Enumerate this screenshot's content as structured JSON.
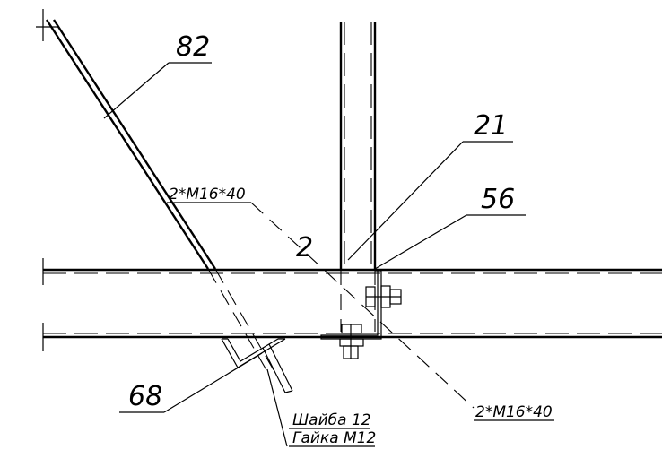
{
  "labels": {
    "part_82": "82",
    "part_21": "21",
    "part_56": "56",
    "part_68": "68",
    "part_2": "2",
    "bolt_top": "2*M16*40",
    "bolt_bottom": "2*M16*40",
    "washer": "Шайба 12",
    "nut": "Гайка М12"
  }
}
